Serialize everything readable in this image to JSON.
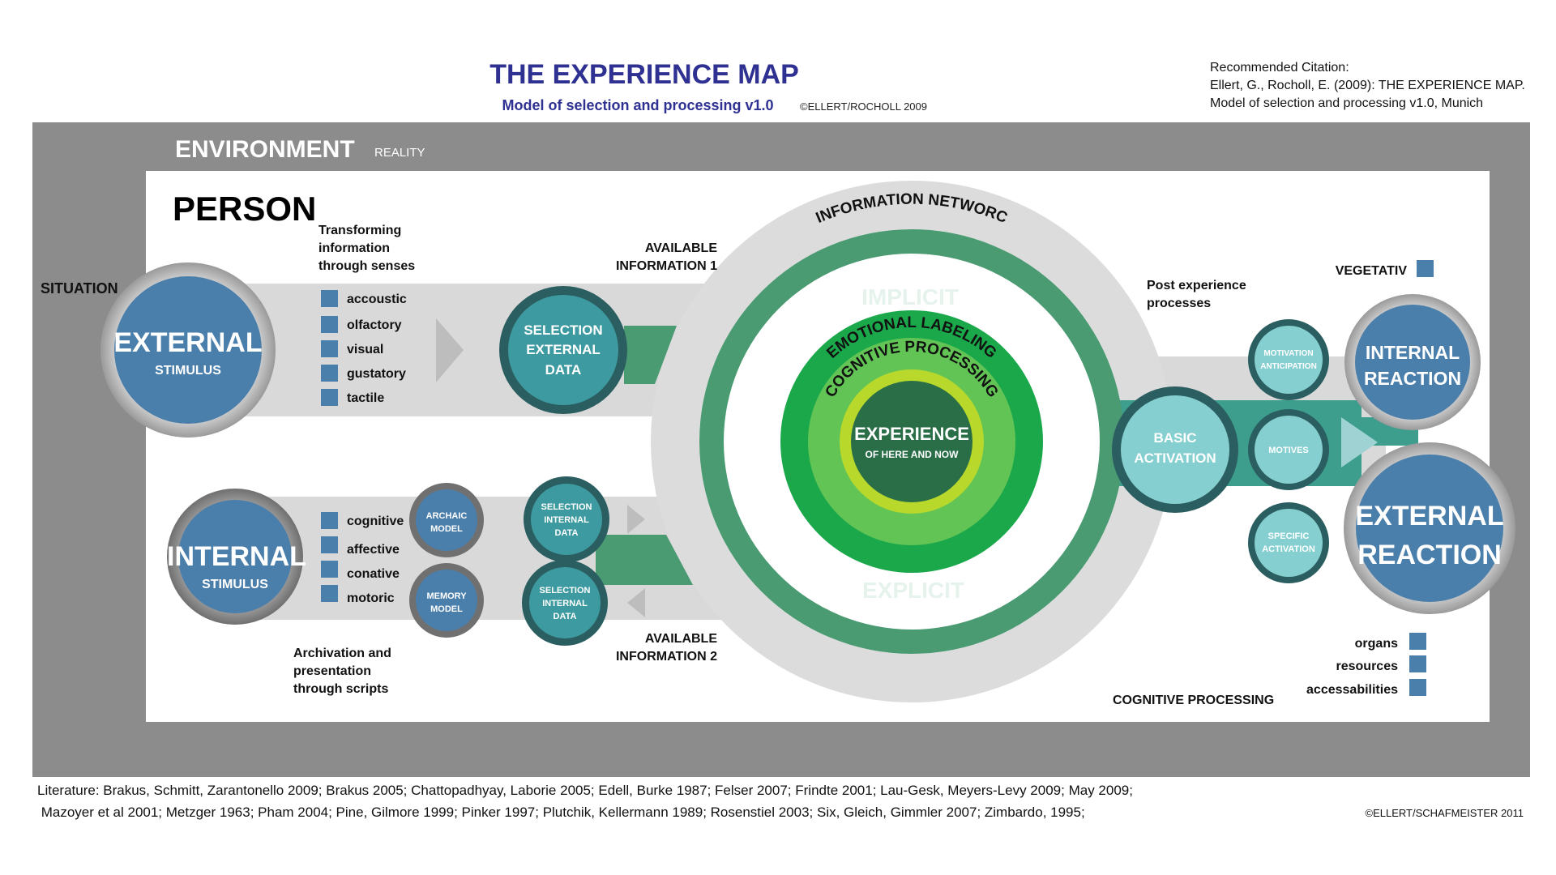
{
  "header": {
    "title": "THE EXPERIENCE MAP",
    "subtitle": "Model of selection and processing v1.0",
    "copyright": "©ELLERT/ROCHOLL 2009"
  },
  "citation": {
    "line1": "Recommended Citation:",
    "line2": "Ellert, G., Rocholl, E. (2009): THE EXPERIENCE MAP.",
    "line3": "Model of selection and processing v1.0, Munich"
  },
  "environment": {
    "label": "ENVIRONMENT",
    "sublabel": "REALITY"
  },
  "person": {
    "label": "PERSON"
  },
  "situation": {
    "label": "SITUATION"
  },
  "external_stimulus": {
    "title": "EXTERNAL",
    "sub": "STIMULUS"
  },
  "internal_stimulus": {
    "title": "INTERNAL",
    "sub": "STIMULUS"
  },
  "transforming": {
    "line1": "Transforming",
    "line2": "information",
    "line3": "through senses",
    "senses": [
      "accoustic",
      "olfactory",
      "visual",
      "gustatory",
      "tactile"
    ]
  },
  "archivation": {
    "line1": "Archivation and",
    "line2": "presentation",
    "line3": "through scripts",
    "modes": [
      "cognitive",
      "affective",
      "conative",
      "motoric"
    ]
  },
  "selection_external": {
    "line1": "SELECTION",
    "line2": "EXTERNAL",
    "line3": "DATA"
  },
  "selection_internal_1": {
    "line1": "SELECTION",
    "line2": "INTERNAL",
    "line3": "DATA"
  },
  "selection_internal_2": {
    "line1": "SELECTION",
    "line2": "INTERNAL",
    "line3": "DATA"
  },
  "archaic_model": {
    "line1": "ARCHAIC",
    "line2": "MODEL"
  },
  "memory_model": {
    "line1": "MEMORY",
    "line2": "MODEL"
  },
  "available_1": {
    "line1": "AVAILABLE",
    "line2": "INFORMATION 1"
  },
  "available_2": {
    "line1": "AVAILABLE",
    "line2": "INFORMATION 2"
  },
  "network": {
    "label": "INFORMATION NETWORC",
    "implicit": "IMPLICIT",
    "explicit": "EXPLICIT",
    "emotional": "EMOTIONAL LABELING",
    "cognitive": "COGNITIVE PROCESSING",
    "experience": "EXPERIENCE",
    "experience_sub": "OF HERE AND NOW"
  },
  "post_experience": {
    "line1": "Post experience",
    "line2": "processes"
  },
  "basic_activation": {
    "line1": "BASIC",
    "line2": "ACTIVATION"
  },
  "motivation": {
    "line1": "MOTIVATION",
    "line2": "ANTICIPATION"
  },
  "motives": {
    "label": "MOTIVES"
  },
  "specific_activation": {
    "line1": "SPECIFIC",
    "line2": "ACTIVATION"
  },
  "internal_reaction": {
    "line1": "INTERNAL",
    "line2": "REACTION"
  },
  "external_reaction": {
    "line1": "EXTERNAL",
    "line2": "REACTION"
  },
  "vegetativ": {
    "label": "VEGETATIV"
  },
  "reaction_items": [
    "organs",
    "resources",
    "accessabilities"
  ],
  "cognitive_processing_bottom": {
    "label": "COGNITIVE PROCESSING"
  },
  "literature": {
    "line1": "Literature: Brakus, Schmitt, Zarantonello 2009; Brakus 2005;  Chattopadhyay, Laborie 2005; Edell, Burke 1987; Felser 2007; Frindte 2001; Lau-Gesk, Meyers-Levy 2009; May 2009;",
    "line2": " Mazoyer et al 2001; Metzger 1963; Pham 2004; Pine, Gilmore 1999; Pinker 1997; Plutchik, Kellermann 1989; Rosenstiel 2003; Six, Gleich, Gimmler 2007; Zimbardo, 1995;"
  },
  "footer_copyright": "©ELLERT/SCHAFMEISTER 2011",
  "colors": {
    "title_blue": "#2e3192",
    "environment_gray": "#8c8c8c",
    "blue_circle": "#4a7eab",
    "teal_circle": "#3d9aa0",
    "light_teal": "#86cfd0",
    "ring_green": "#4a9a72",
    "green_bright": "#17a84a",
    "lime": "#a8d22e",
    "dark_green": "#2a6e48"
  }
}
